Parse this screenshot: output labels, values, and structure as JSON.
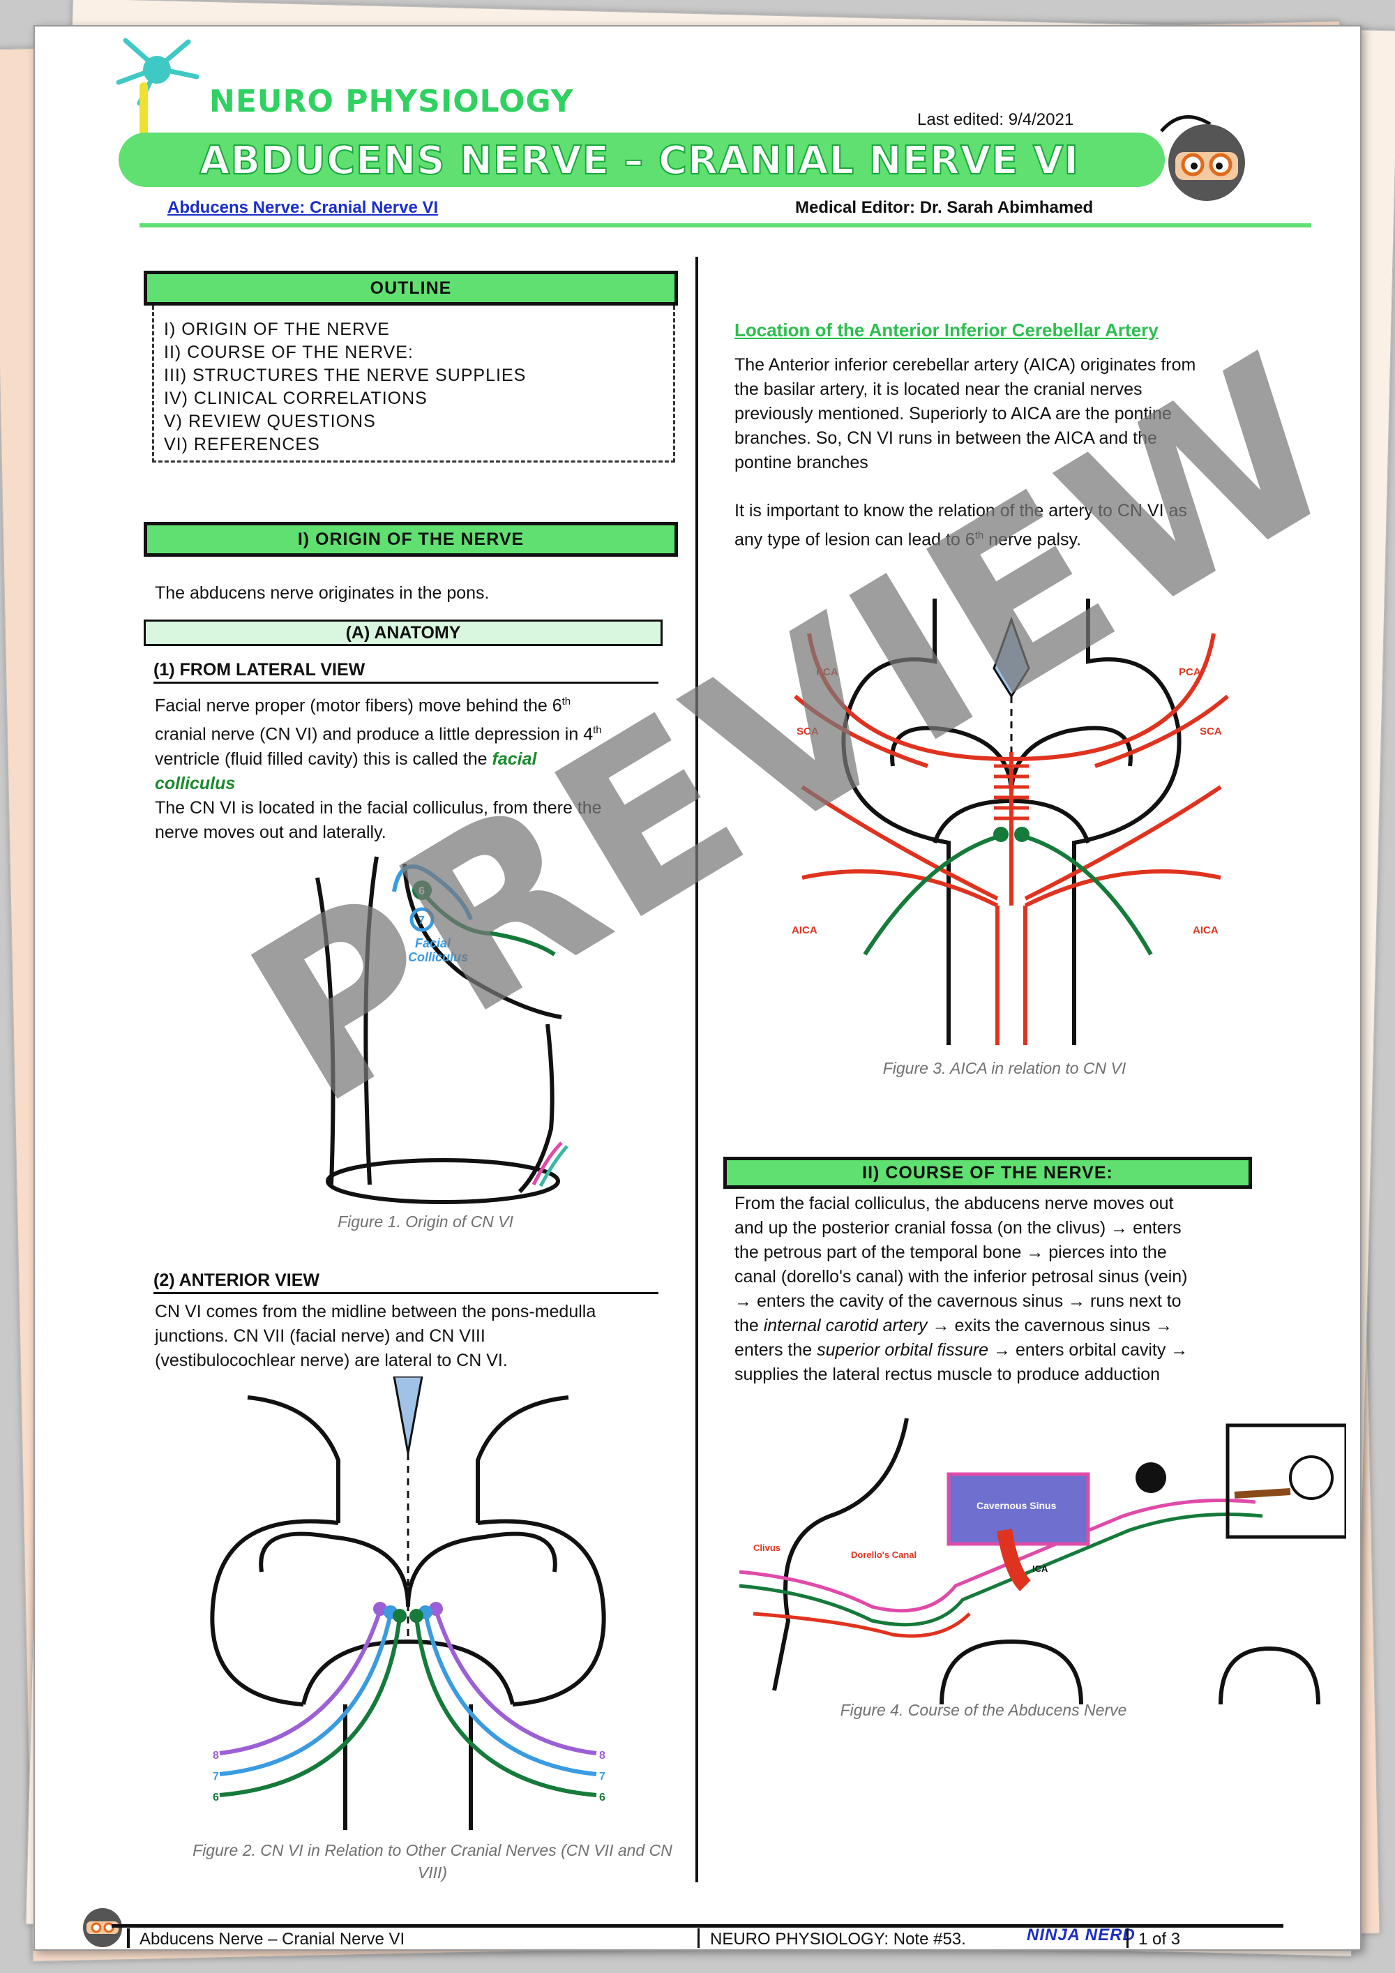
{
  "header": {
    "brand": "NEURO PHYSIOLOGY",
    "title": "ABDUCENS NERVE – CRANIAL NERVE VI",
    "last_edited": "Last edited: 9/4/2021",
    "link_text": "Abducens Nerve: Cranial Nerve VI",
    "editor": "Medical Editor: Dr. Sarah Abimhamed"
  },
  "outline": {
    "title": "OUTLINE",
    "items": [
      "I) ORIGIN OF THE NERVE",
      "II) COURSE OF THE NERVE:",
      "III) STRUCTURES THE NERVE SUPPLIES",
      "IV) CLINICAL CORRELATIONS",
      "V) REVIEW QUESTIONS",
      "VI) REFERENCES"
    ]
  },
  "section1": {
    "title": "I)  ORIGIN OF THE NERVE",
    "intro": "The abducens nerve originates in the pons.",
    "anatomy_title": "(A)  ANATOMY",
    "lateral_title": "(1)  FROM LATERAL VIEW",
    "lateral_p1a": "Facial nerve proper (motor fibers) move behind the 6",
    "lateral_p1b": "cranial nerve (CN VI) and produce a little depression in 4",
    "lateral_p1c": "ventricle (fluid filled cavity) this is called the",
    "lateral_term1": "facial",
    "lateral_term2": "colliculus",
    "lateral_p2a": "The CN VI is located in the facial colliculus, from there the",
    "lateral_p2b": "nerve moves out and laterally.",
    "sup": "th",
    "fig1_caption": "Figure 1. Origin of CN VI",
    "fig1_label_a": "6",
    "fig1_label_b": "7",
    "fig1_label_c": "Facial",
    "fig1_label_d": "Colliculus",
    "anterior_title": "(2)  ANTERIOR VIEW",
    "anterior_p1": "CN VI comes from the midline between the pons-medulla",
    "anterior_p2": "junctions.  CN VII (facial nerve) and CN VIII",
    "anterior_p3": "(vestibulocochlear nerve) are lateral to CN VI.",
    "fig2_caption": "Figure 2. CN VI in Relation to Other Cranial Nerves (CN VII and CN VIII)",
    "fig2_labels": [
      "8",
      "7",
      "6"
    ]
  },
  "aica": {
    "title": "Location of the Anterior Inferior Cerebellar Artery",
    "p1": [
      "The Anterior inferior cerebellar artery (AICA) originates from",
      "the basilar artery, it is located near the cranial nerves",
      "previously mentioned. Superiorly to AICA are the pontine",
      "branches. So, CN VI runs in between the AICA and the",
      "pontine branches"
    ],
    "p2a": "It is important to know the relation of the artery to CN VI as",
    "p2b": "any type of lesion can lead to 6",
    "p2c": "nerve palsy.",
    "fig3_caption": "Figure 3. AICA in relation to CN VI",
    "fig3_labels": [
      "PCA",
      "PCA",
      "SCA",
      "SCA",
      "AICA",
      "AICA"
    ]
  },
  "section2": {
    "title": "II)  COURSE OF THE NERVE:",
    "lines": [
      "From the facial colliculus, the abducens nerve moves out",
      "and up the posterior cranial fossa (on the clivus) → enters",
      "the petrous part of the temporal bone → pierces into the",
      "canal (dorello's canal) with the inferior petrosal sinus (vein)",
      "→ enters the cavity of the cavernous sinus  → runs next to"
    ],
    "line6a": "the",
    "line6_term": "internal carotid artery",
    "line6b": "→ exits the cavernous sinus →",
    "line7a": "enters the",
    "line7_term": "superior orbital fissure",
    "line7b": "→ enters orbital cavity →",
    "line8": "supplies the lateral rectus muscle to produce adduction",
    "fig4_caption": "Figure 4. Course of the Abducens Nerve",
    "fig4_labels": [
      "Cavernous Sinus",
      "Dorello's Canal",
      "ICA",
      "Clivus"
    ]
  },
  "footer": {
    "left": "Abducens Nerve – Cranial Nerve VI",
    "middle": "NEURO PHYSIOLOGY: Note #53.",
    "logo": "NINJA NERD",
    "page": "1 of 3"
  },
  "watermark": "PREVIEW",
  "colors": {
    "accent_green": "#5fe070",
    "artery_red": "#e0331f",
    "nerve_green": "#157a3a",
    "nerve_blue": "#3a9be0",
    "nerve_purple": "#9b5fd6"
  }
}
